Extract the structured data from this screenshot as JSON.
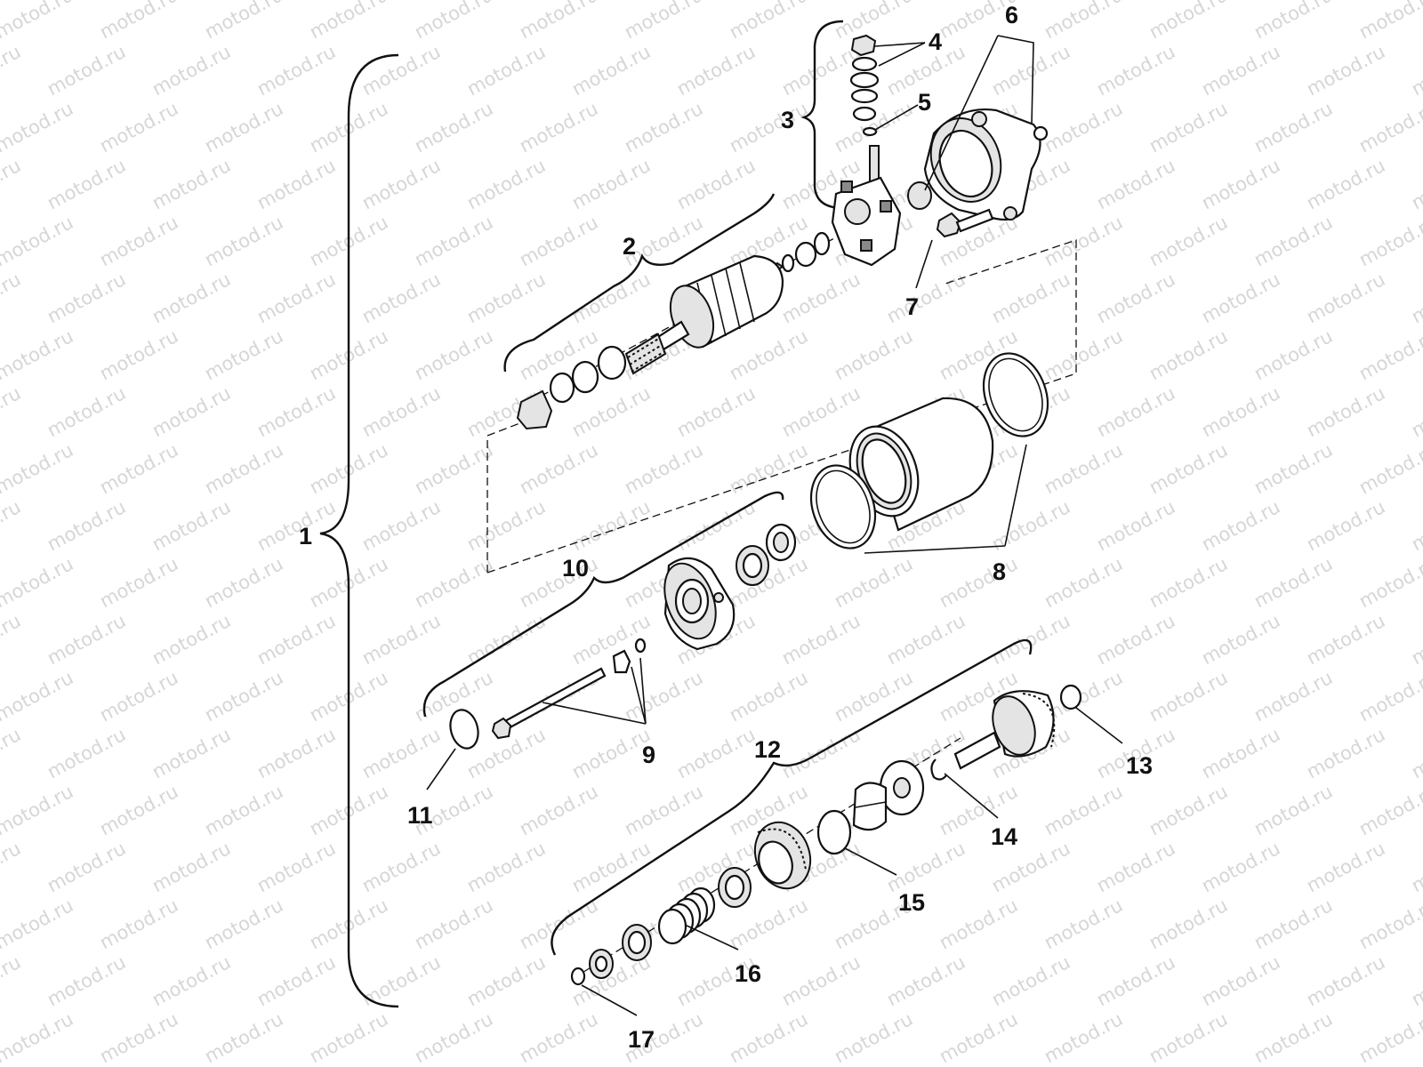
{
  "watermark": "motod.ru",
  "callouts": [
    {
      "id": "1",
      "text": "1"
    },
    {
      "id": "2",
      "text": "2"
    },
    {
      "id": "3",
      "text": "3"
    },
    {
      "id": "4",
      "text": "4"
    },
    {
      "id": "5",
      "text": "5"
    },
    {
      "id": "6",
      "text": "6"
    },
    {
      "id": "7",
      "text": "7"
    },
    {
      "id": "8",
      "text": "8"
    },
    {
      "id": "9",
      "text": "9"
    },
    {
      "id": "10",
      "text": "10"
    },
    {
      "id": "11",
      "text": "11"
    },
    {
      "id": "12",
      "text": "12"
    },
    {
      "id": "13",
      "text": "13"
    },
    {
      "id": "14",
      "text": "14"
    },
    {
      "id": "15",
      "text": "15"
    },
    {
      "id": "16",
      "text": "16"
    },
    {
      "id": "17",
      "text": "17"
    }
  ]
}
